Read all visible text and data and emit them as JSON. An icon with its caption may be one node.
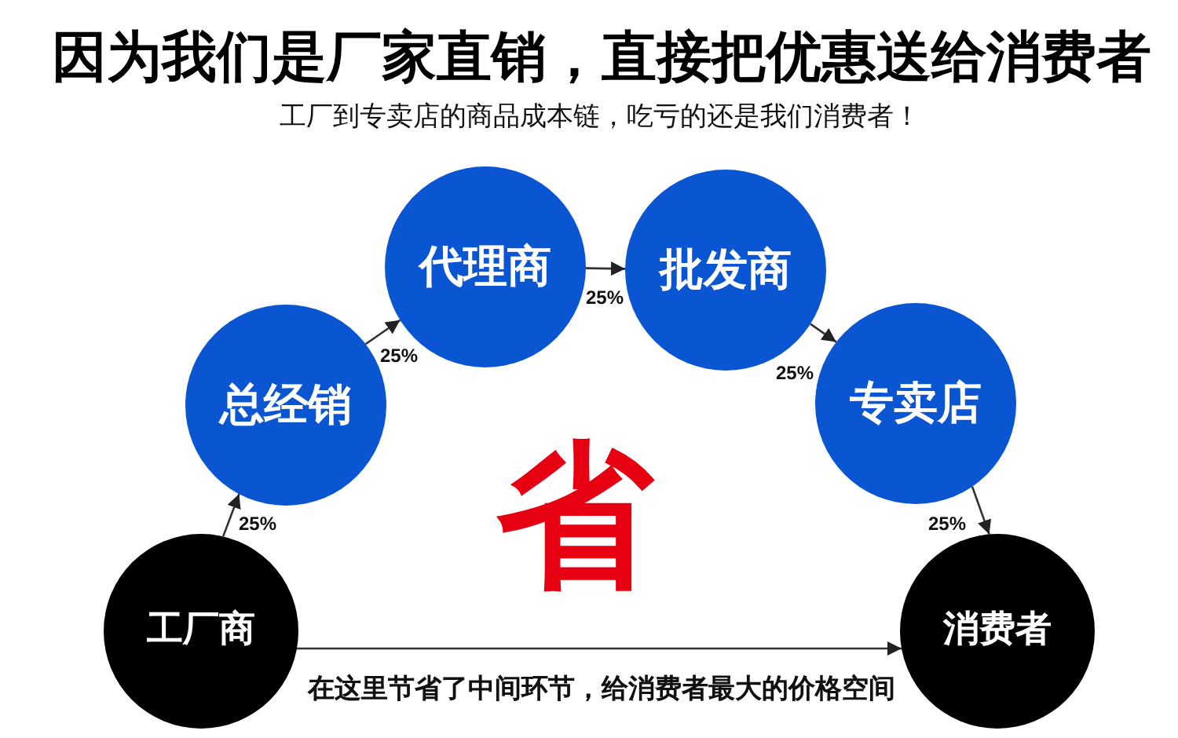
{
  "diagram": {
    "title": "因为我们是厂家直销，直接把优惠送给消费者",
    "nodes": [
      {
        "text": [
          "工厂商"
        ]
      },
      {
        "text": [
          "总经销"
        ]
      },
      {
        "text": [
          "代理商"
        ]
      },
      {
        "text": [
          "批发商"
        ]
      },
      {
        "text": [
          "专卖店"
        ]
      },
      {
        "text": [
          "消费者"
        ]
      }
    ],
    "edges": [
      {
        "from": 0,
        "to": 1,
        "arrow": "to",
        "label": "25%"
      },
      {
        "from": 1,
        "to": 2,
        "arrow": "to",
        "label": "25%"
      },
      {
        "from": 2,
        "to": 3,
        "arrow": "to",
        "label": "25%"
      },
      {
        "from": 3,
        "to": 4,
        "arrow": "to",
        "label": "25%"
      },
      {
        "from": 4,
        "to": 5,
        "arrow": "to",
        "label": "25%"
      },
      {
        "from": 0,
        "to": 5,
        "arrow": "to",
        "label": "在这里节省了中间环节，给消费者最大的价格空间"
      }
    ],
    "labels": [
      "工厂到专卖店的商品成本链，吃亏的还是我们消费者！",
      "省"
    ]
  }
}
